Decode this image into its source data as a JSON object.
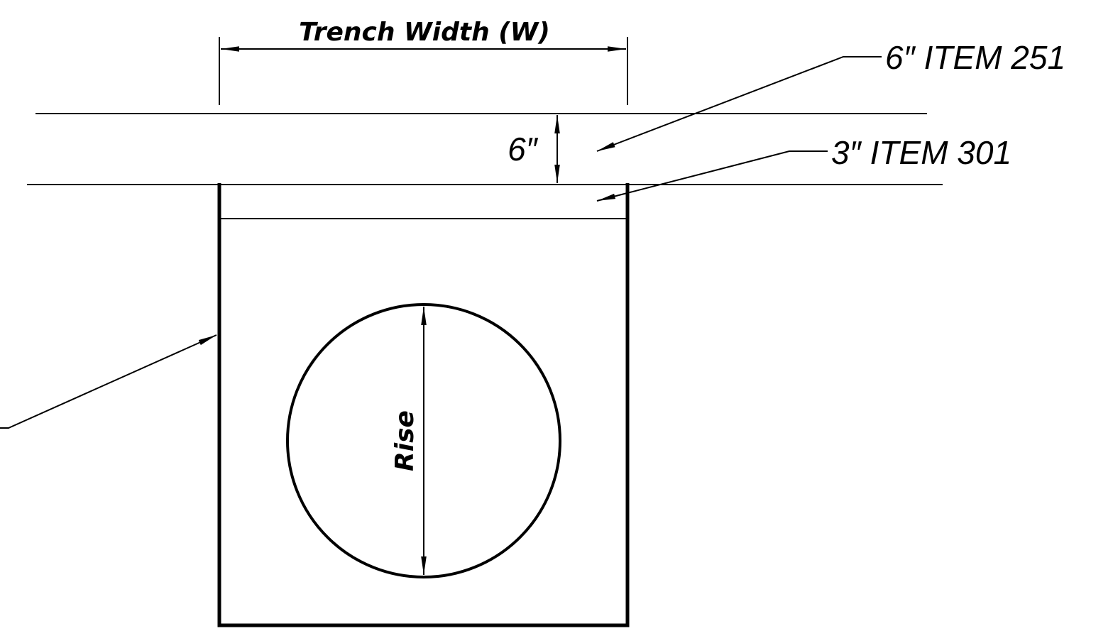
{
  "labels": {
    "trench_width": "Trench Width (W)",
    "item_251": "6″ ITEM 251",
    "item_301": "3″ ITEM 301",
    "pavement_depth": "6″",
    "rise": "Rise"
  },
  "colors": {
    "line": "#000000",
    "background": "#ffffff"
  }
}
